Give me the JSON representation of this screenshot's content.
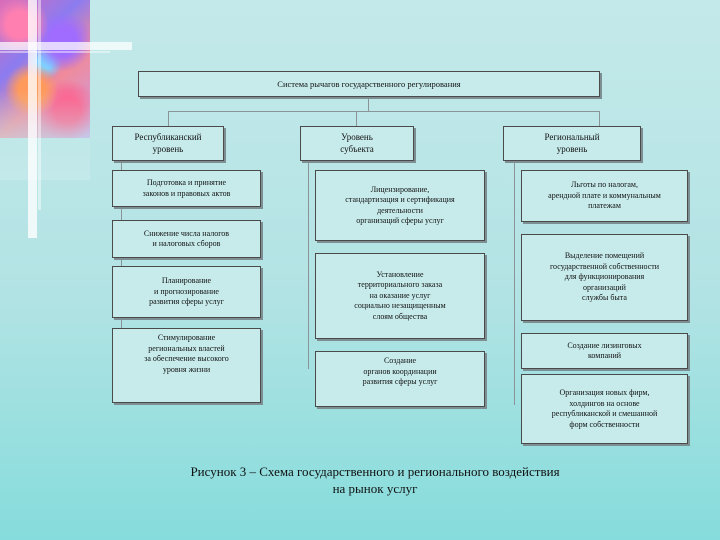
{
  "slide": {
    "top_box": "Система рычагов государственного регулирования",
    "levels": [
      "Республиканский\nуровень",
      "Уровень\nсубъекта",
      "Региональный\nуровень"
    ],
    "republic_items": [
      "Подготовка и принятие\nзаконов и правовых актов",
      "Снижение числа налогов\nи налоговых сборов",
      "Планирование\nи прогнозирование\nразвития сферы услуг",
      "Стимулирование\nрегиональных властей\nза обеспечение высокого\nуровня жизни"
    ],
    "subject_items": [
      "Лицензирование,\nстандартизация и сертификация\nдеятельности\nорганизаций сферы услуг",
      "Установление\nтерриториального заказа\nна оказание услуг\nсоциально незащищенным\nслоям общества",
      "Создание\nорганов координации\nразвития сферы услуг"
    ],
    "regional_items": [
      "Льготы по налогам,\nарендной плате и коммунальным\nплатежам",
      "Выделение помещений\nгосударственной собственности\nдля функционирования\nорганизаций\nслужбы быта",
      "Создание лизинговых\nкомпаний",
      "Организация новых фирм,\nхолдингов на основе\nреспубликанской и смешанной\nформ собственности"
    ],
    "caption": "Рисунок 3 – Схема государственного и регионального воздействия\nна рынок услуг"
  }
}
